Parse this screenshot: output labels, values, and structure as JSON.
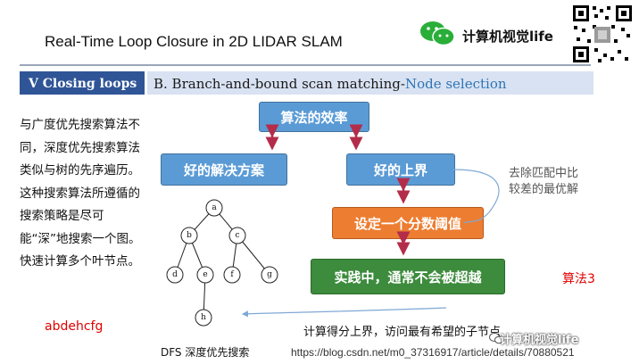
{
  "header": {
    "title": "Real-Time Loop Closure in 2D LIDAR SLAM",
    "brand": "计算机视觉life"
  },
  "section": {
    "label": "V Closing loops",
    "subtitle_main": "B. Branch-and-bound scan matching-",
    "subtitle_highlight": "Node selection"
  },
  "left_text": {
    "paragraph": "与广度优先搜索算法不同，深度优先搜索算法类似与树的先序遍历。这种搜索算法所遵循的搜索策略是尽可能“深”地搜索一个图。快速计算多个叶节点。",
    "sequence": "abdehcfg",
    "caption": "DFS 深度优先搜索"
  },
  "tree": {
    "nodes": [
      "a",
      "b",
      "c",
      "d",
      "e",
      "f",
      "g",
      "h"
    ]
  },
  "flow": {
    "efficiency": "算法的效率",
    "good_solution": "好的解决方案",
    "good_upper_bound": "好的上界",
    "threshold": "设定一个分数阈值",
    "practice": "实践中，通常不会被超越",
    "right_note_line1": "去除匹配中比",
    "right_note_line2": "较差的最优解",
    "algorithm_label": "算法3",
    "bottom_note": "计算得分上界，访问最有希望的子节点"
  },
  "footer": {
    "url": "https://blog.csdn.net/m0_37316917/article/details/70880521",
    "watermark": "计算机视觉life"
  },
  "colors": {
    "section_bg": "#2f5597",
    "blue_box": "#5b9bd5",
    "orange_box": "#ed7d31",
    "green_box": "#3d8b3d",
    "accent_red": "#e00000",
    "double_arrow": "#b32d4a"
  }
}
